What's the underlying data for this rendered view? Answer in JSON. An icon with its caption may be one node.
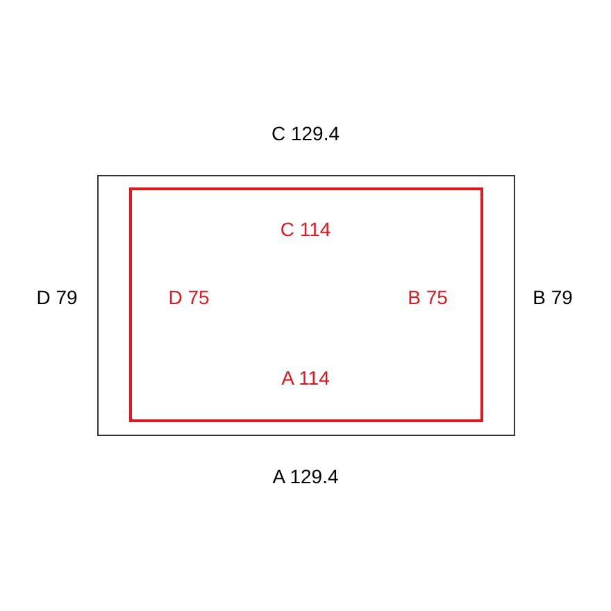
{
  "diagram": {
    "nodes": [
      {
        "text": [],
        "shape": "box",
        "beside": [
          "C 129.4",
          "D 79",
          "B 79",
          "A 129.4"
        ]
      },
      {
        "text": [
          "C 114",
          "D 75",
          "B 75",
          "A 114"
        ],
        "in": 0
      }
    ]
  }
}
